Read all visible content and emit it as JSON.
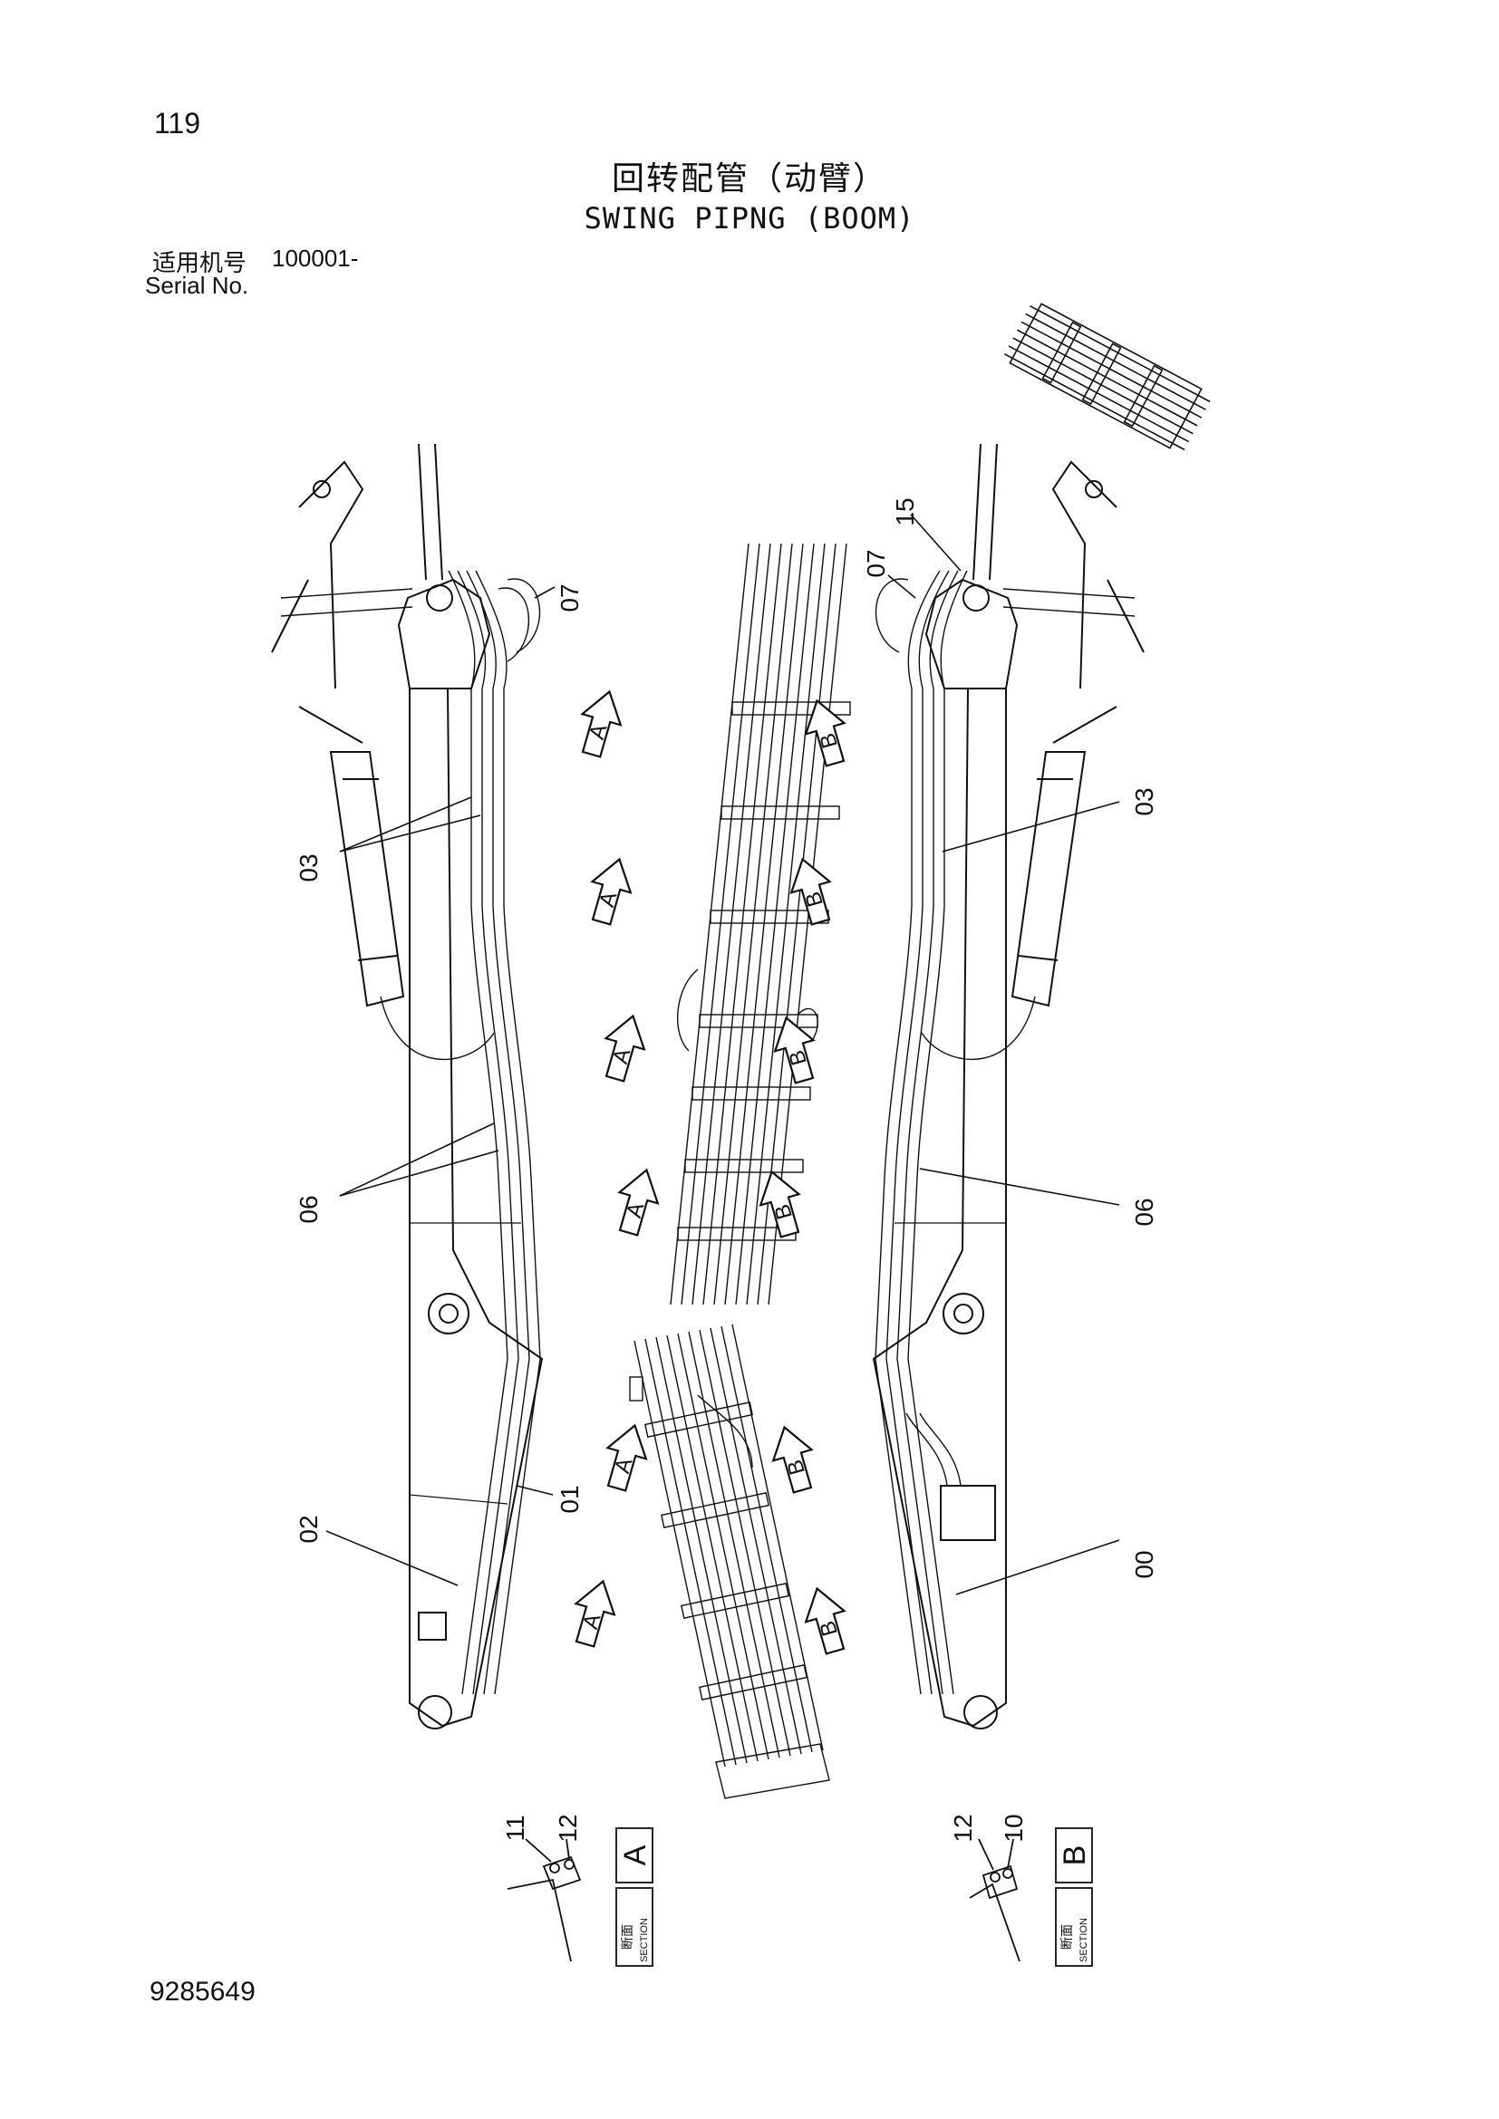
{
  "header": {
    "page_number": "119",
    "title_cn": "回转配管（动臂）",
    "title_en": "SWING PIPNG (BOOM)",
    "serial_cn": "适用机号",
    "serial_range": "100001-",
    "serial_en": "Serial No."
  },
  "footer": {
    "doc_number": "9285649"
  },
  "callouts_left": [
    "07",
    "03",
    "06",
    "01",
    "02"
  ],
  "callouts_right": [
    "15",
    "07",
    "03",
    "06",
    "00"
  ],
  "view_arrows": {
    "a": "A",
    "b": "B"
  },
  "sections": {
    "a": {
      "letter": "A",
      "cn": "断面",
      "en": "SECTION",
      "parts": [
        "11",
        "12"
      ]
    },
    "b": {
      "letter": "B",
      "cn": "断面",
      "en": "SECTION",
      "parts": [
        "12",
        "10"
      ]
    }
  }
}
